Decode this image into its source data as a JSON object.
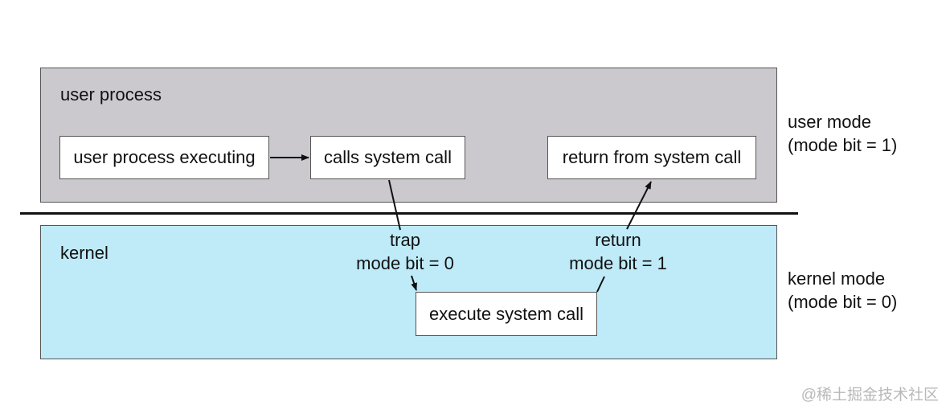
{
  "regions": {
    "user": {
      "label": "user process",
      "mode_label": "user mode",
      "mode_bit": "(mode bit = 1)"
    },
    "kernel": {
      "label": "kernel",
      "mode_label": "kernel mode",
      "mode_bit": "(mode bit = 0)"
    }
  },
  "boxes": {
    "user_executing": "user process executing",
    "calls_system_call": "calls system call",
    "return_from_system_call": "return from system call",
    "execute_system_call": "execute system call"
  },
  "transitions": {
    "trap": {
      "line1": "trap",
      "line2": "mode bit = 0"
    },
    "return": {
      "line1": "return",
      "line2": "mode bit = 1"
    }
  },
  "colors": {
    "user_region": "#cbc9ce",
    "kernel_region": "#bfeaf8",
    "box_fill": "#ffffff",
    "line": "#111111"
  },
  "watermark": "@稀土掘金技术社区"
}
